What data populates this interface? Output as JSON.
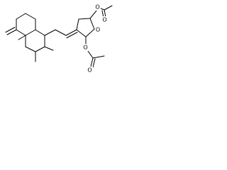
{
  "atom_labels": {
    "ring_oxygen": "O",
    "ester_top_oxygen": "O",
    "carbonyl_top_oxygen": "O",
    "ester_bottom_oxygen": "O",
    "carbonyl_bottom_oxygen": "O"
  },
  "colors": {
    "bond": "#000000",
    "background": "#ffffff"
  }
}
